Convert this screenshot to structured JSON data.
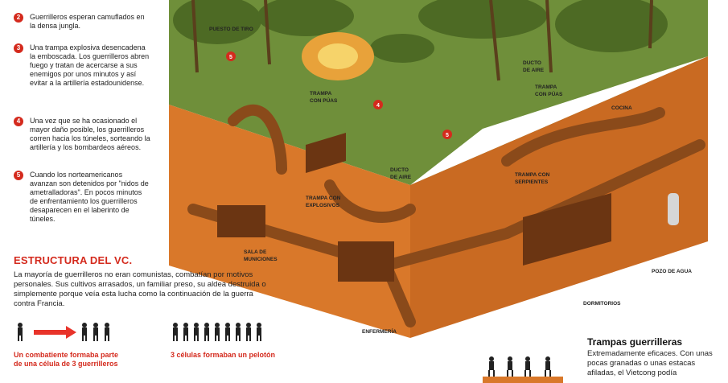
{
  "steps": [
    {
      "num": "2",
      "text": "Guerrilleros esperan camuflados en la densa jungla."
    },
    {
      "num": "3",
      "text": "Una trampa explosiva desencadena la emboscada. Los guerrilleros abren fuego y tratan de acercarse a sus enemigos por unos minutos y así evitar a la artillería estadounidense."
    },
    {
      "num": "4",
      "text": "Una vez que se ha ocasionado el mayor daño posible, los guerrilleros corren hacia los túneles, sorteando la artillería y los bombardeos aéreos."
    },
    {
      "num": "5",
      "text": "Cuando los norteamericanos avanzan son detenidos por \"nidos de ametralladoras\". En pocos minutos de enfrentamiento los guerrilleros desaparecen en el laberinto de túneles."
    }
  ],
  "structure": {
    "title": "ESTRUCTURA DEL VC.",
    "body": "La mayoría de guerrilleros no eran comunistas, combatían por motivos personales. Sus cultivos arrasados, un familiar preso, su aldea destruida o simplemente porque veía esta lucha como la continuación de la guerra contra Francia.",
    "caption_cell_line1": "Un  combatiente  formaba  parte",
    "caption_cell_line2": "de una célula de 3 guerrilleros",
    "caption_platoon": "3 células formaban un pelotón"
  },
  "labels": {
    "puesto_tiro": "PUESTO DE TIRO",
    "trampa_puas_1a": "TRAMPA",
    "trampa_puas_1b": "CON PÚAS",
    "ducto_aire_1a": "DUCTO",
    "ducto_aire_1b": "DE AIRE",
    "trampa_puas_2a": "TRAMPA",
    "trampa_puas_2b": "CON PÚAS",
    "cocina": "COCINA",
    "ducto_aire_2a": "DUCTO",
    "ducto_aire_2b": "DE AIRE",
    "trampa_serpientes_a": "TRAMPA CON",
    "trampa_serpientes_b": "SERPIENTES",
    "trampa_explosivos_a": "TRAMPA CON",
    "trampa_explosivos_b": "EXPLOSIVOS",
    "sala_municiones_a": "SALA DE",
    "sala_municiones_b": "MUNICIONES",
    "pozo_agua": "POZO DE AGUA",
    "dormitorios": "DORMITORIOS",
    "enfermeria": "ENFERMERÍA"
  },
  "markers": [
    "5",
    "4",
    "5"
  ],
  "traps": {
    "title": "Trampas guerrilleras",
    "body": "Extremadamente eficaces. Con unas pocas granadas o unas estacas afiladas, el Vietcong podía"
  },
  "colors": {
    "accent": "#d42a1d",
    "earth": "#d9782a",
    "grass": "#6f8f3a"
  }
}
